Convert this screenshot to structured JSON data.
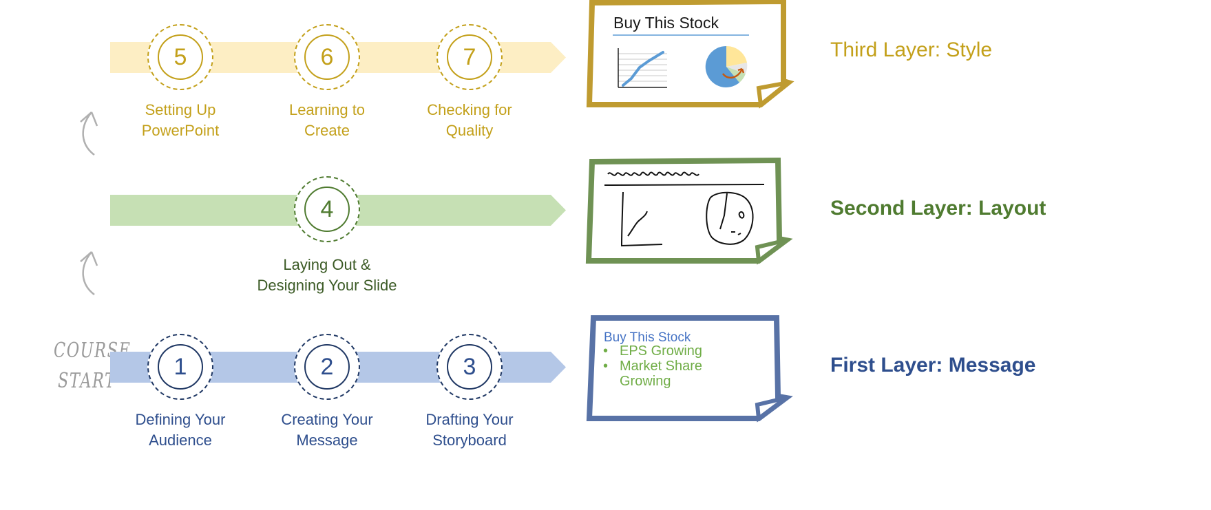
{
  "colors": {
    "gold": "#c3a01a",
    "gold_band": "#fdeec4",
    "green": "#4f7b30",
    "green_band": "#c6e0b4",
    "blue": "#2e4e8d",
    "blue_band": "#b4c7e7",
    "note_gold": "#bf9b30",
    "note_green": "#6f9254",
    "note_blue": "#5872a6"
  },
  "start_label": [
    "COURSE",
    "START"
  ],
  "layers": [
    {
      "id": "third",
      "title": "Third Layer: Style",
      "steps": [
        {
          "number": "5",
          "label_lines": [
            "Setting Up",
            "PowerPoint"
          ]
        },
        {
          "number": "6",
          "label_lines": [
            "Learning to",
            "Create"
          ]
        },
        {
          "number": "7",
          "label_lines": [
            "Checking for",
            "Quality"
          ]
        }
      ],
      "note": {
        "title": "Buy This Stock",
        "icons": [
          "line-chart-icon",
          "pie-chart-icon"
        ]
      }
    },
    {
      "id": "second",
      "title": "Second Layer: Layout",
      "steps": [
        {
          "number": "4",
          "label_lines": [
            "Laying Out &",
            "Designing Your Slide"
          ]
        }
      ],
      "note": {
        "icons": [
          "sketch-title-scribble",
          "sketch-line-chart",
          "sketch-pie-chart"
        ]
      }
    },
    {
      "id": "first",
      "title": "First Layer: Message",
      "steps": [
        {
          "number": "1",
          "label_lines": [
            "Defining Your",
            "Audience"
          ]
        },
        {
          "number": "2",
          "label_lines": [
            "Creating Your",
            "Message"
          ]
        },
        {
          "number": "3",
          "label_lines": [
            "Drafting Your",
            "Storyboard"
          ]
        }
      ],
      "note": {
        "title": "Buy This Stock",
        "bullets": [
          "EPS Growing",
          "Market Share",
          "Growing"
        ]
      }
    }
  ]
}
